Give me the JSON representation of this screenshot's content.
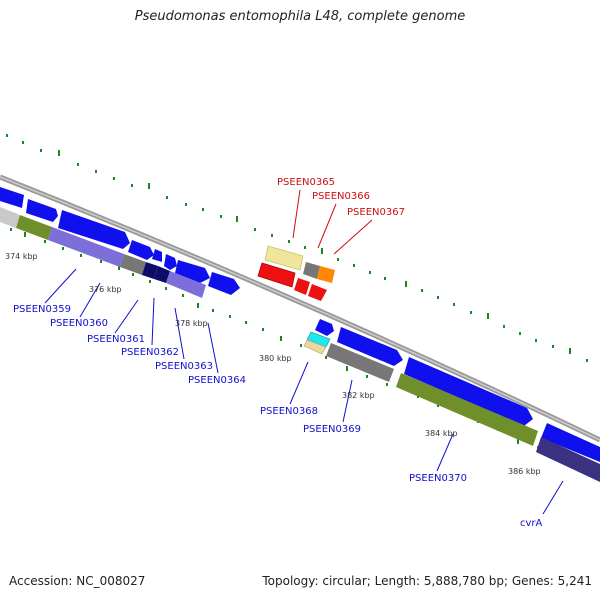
{
  "title": "Pseudomonas entomophila L48, complete genome",
  "footer": {
    "accession": "Accession: NC_008027",
    "summary": "Topology: circular; Length: 5,888,780 bp; Genes: 5,241"
  },
  "ruler": [
    "374 kbp",
    "376 kbp",
    "378 kbp",
    "380 kbp",
    "382 kbp",
    "384 kbp",
    "386 kbp"
  ],
  "genes_minus": [
    "PSEEN0359",
    "PSEEN0360",
    "PSEEN0361",
    "PSEEN0362",
    "PSEEN0363",
    "PSEEN0364",
    "PSEEN0368",
    "PSEEN0369",
    "PSEEN0370",
    "cvrA"
  ],
  "genes_plus": [
    "PSEEN0365",
    "PSEEN0366",
    "PSEEN0367"
  ],
  "colors": {
    "cds_forward": "#1010ee",
    "cds_reverse": "#0000cc",
    "pseudo": "#7fb8e6",
    "rna": "#ee1111",
    "orange": "#ff8800",
    "cyan": "#20e6ee",
    "grey": "#777777",
    "olive": "#6f8f2a",
    "purple": "#7c6fd9",
    "navy": "#0c0c6a",
    "khaki": "#f0e69a"
  }
}
